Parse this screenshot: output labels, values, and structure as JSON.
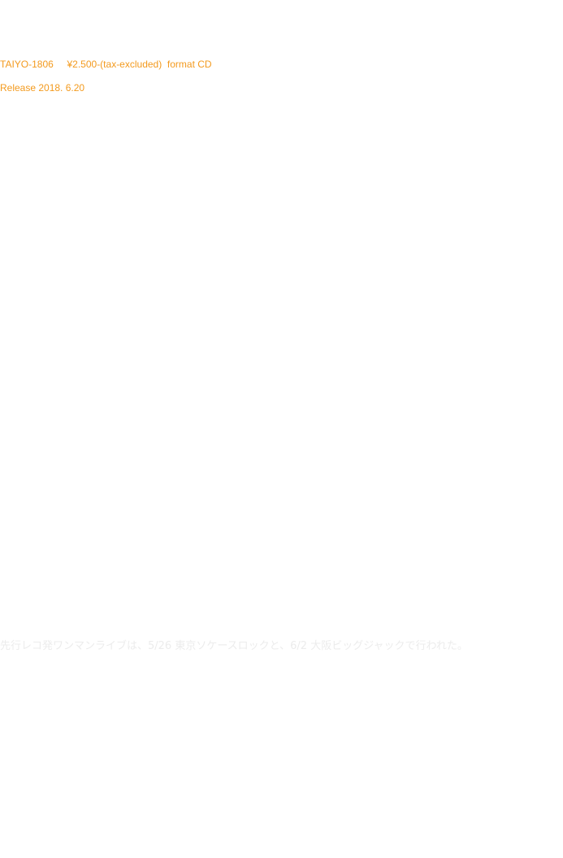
{
  "release_info": {
    "catalog": "TAIYO-1806",
    "price": "¥2.500-(tax-excluded)",
    "format": "format CD",
    "release": "Release 2018. 6.20"
  },
  "note": "先行レコ発ワンマンライブは、5/26 東京ソケースロックと、6/2 大阪ビッグジャックで行われた。",
  "colors": {
    "accent": "#f39a1e",
    "faint_text": "#ececec"
  }
}
